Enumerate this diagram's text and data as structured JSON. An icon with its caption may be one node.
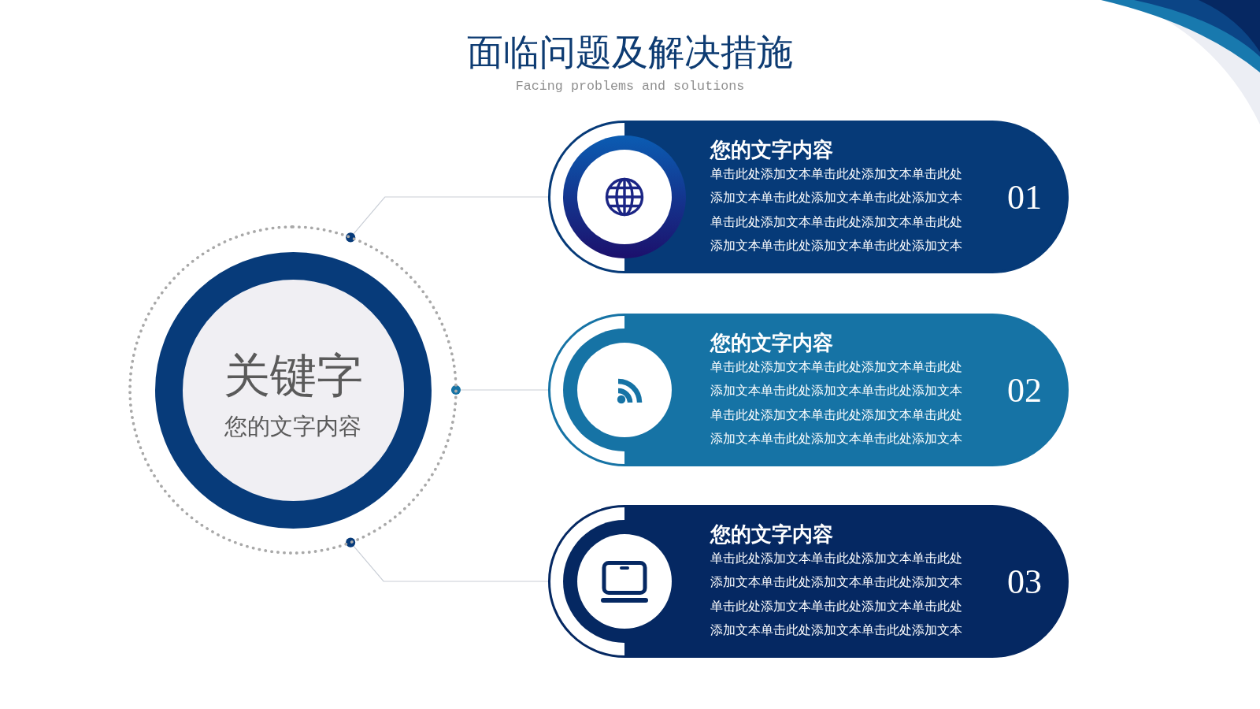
{
  "diagram": {
    "title": "面临问题及解决措施",
    "nodes": [
      {
        "text": [],
        "shape": "circle"
      },
      {
        "text": [
          "关键字",
          "您的文字内容"
        ],
        "in": 0
      },
      {
        "text": [
          "您的文字内容",
          "单击此处添加文本单击此处添加文本单击此处添加文本单击此处添加文本单击此处添加文本单击此处添加文本单击此处添加文本单击此处添加文本单击此处添加文本单击此处添加文本",
          "01"
        ]
      },
      {
        "text": [
          "您的文字内容",
          "单击此处添加文本单击此处添加文本单击此处添加文本单击此处添加文本单击此处添加文本单击此处添加文本单击此处添加文本单击此处添加文本单击此处添加文本单击此处添加文本",
          "02"
        ]
      },
      {
        "text": [
          "您的文字内容",
          "单击此处添加文本单击此处添加文本单击此处添加文本单击此处添加文本单击此处添加文本单击此处添加文本单击此处添加文本单击此处添加文本单击此处添加文本单击此处添加文本",
          "03"
        ]
      }
    ],
    "edges": [
      {
        "from": 0,
        "to": 2,
        "arrow": "other"
      },
      {
        "from": 0,
        "to": 3,
        "arrow": "other"
      },
      {
        "from": 0,
        "to": 4,
        "arrow": "other"
      }
    ],
    "labels": [
      "Facing problems and solutions"
    ]
  }
}
